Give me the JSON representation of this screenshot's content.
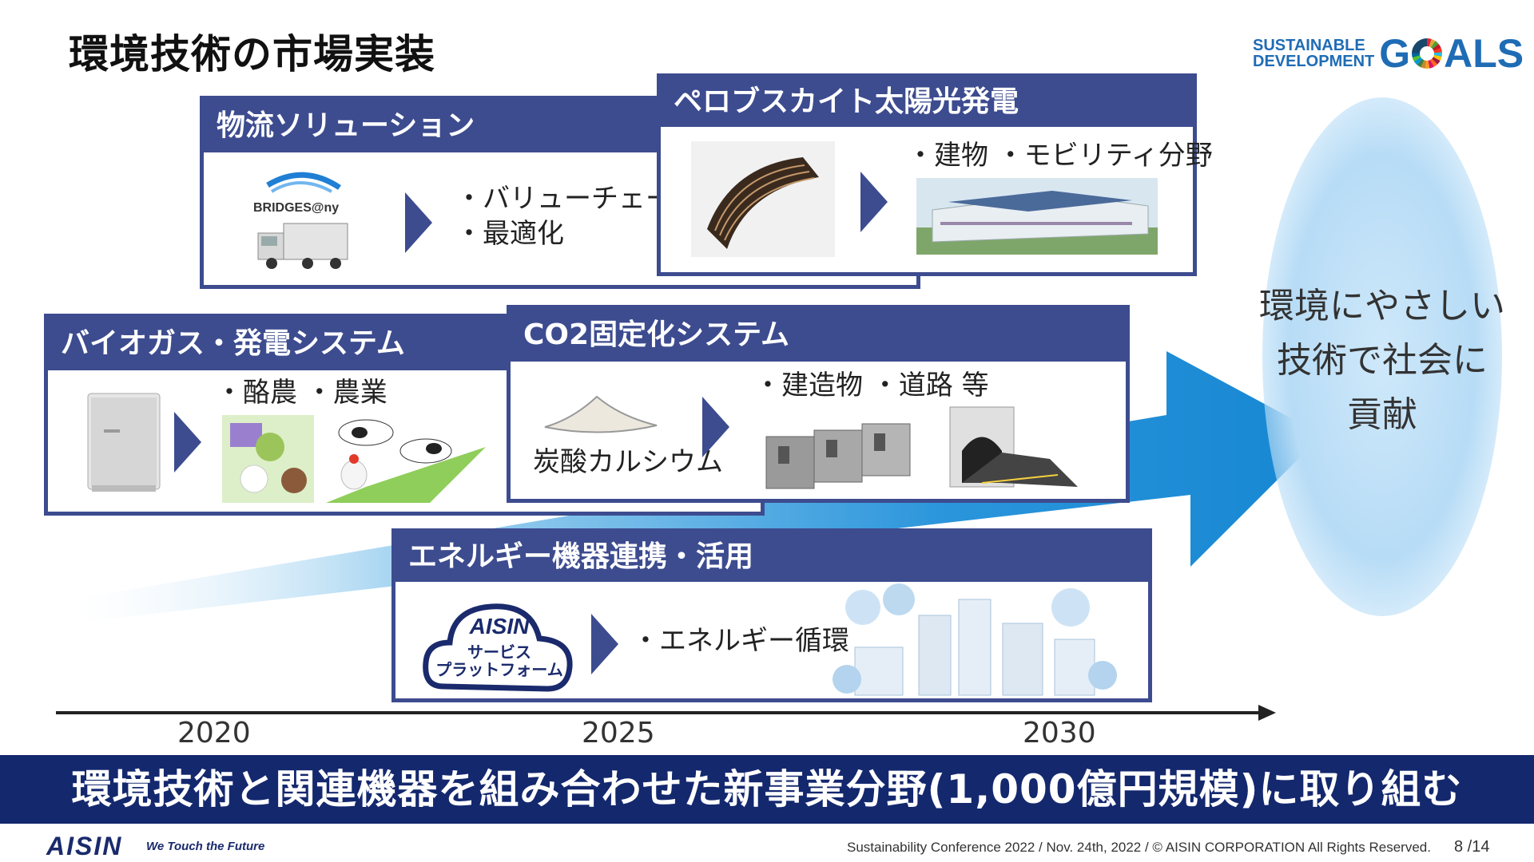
{
  "slide": {
    "title": "環境技術の市場実装",
    "sdg_line1": "SUSTAINABLE",
    "sdg_line2": "DEVELOPMENT",
    "sdg_goals_g": "G",
    "sdg_goals_rest": "ALS"
  },
  "panels": {
    "logistics": {
      "title": "物流ソリューション",
      "logo": "BRIDGES@ny",
      "line1": "・バリューチェーン",
      "line2": "・最適化"
    },
    "perovskite": {
      "title": "ペロブスカイト太陽光発電",
      "line1": "・建物 ・モビリティ分野"
    },
    "biogas": {
      "title": "バイオガス・発電システム",
      "line1": "・酪農 ・農業"
    },
    "co2": {
      "title": "CO2固定化システム",
      "caption": "炭酸カルシウム",
      "line1": "・建造物 ・道路 等"
    },
    "energy": {
      "title": "エネルギー機器連携・活用",
      "cloud_logo": "AISIN",
      "cloud_line1": "サービス",
      "cloud_line2": "プラットフォーム",
      "line1": "・エネルギー循環"
    }
  },
  "goal": {
    "line1": "環境にやさしい",
    "line2": "技術で社会に",
    "line3": "貢献"
  },
  "timeline": {
    "years": [
      "2020",
      "2025",
      "2030"
    ]
  },
  "banner": "環境技術と関連機器を組み合わせた新事業分野(1,000億円規模)に取り組む",
  "footer": {
    "logo": "AISIN",
    "tagline": "We Touch the Future",
    "copyright": "Sustainability Conference 2022 / Nov. 24th, 2022 / © AISIN CORPORATION All Rights Reserved.",
    "page": "8 /14"
  },
  "colors": {
    "panel_blue": "#3d4c8f",
    "banner_navy": "#14286e",
    "arrow_blue": "#1a8fd6"
  }
}
